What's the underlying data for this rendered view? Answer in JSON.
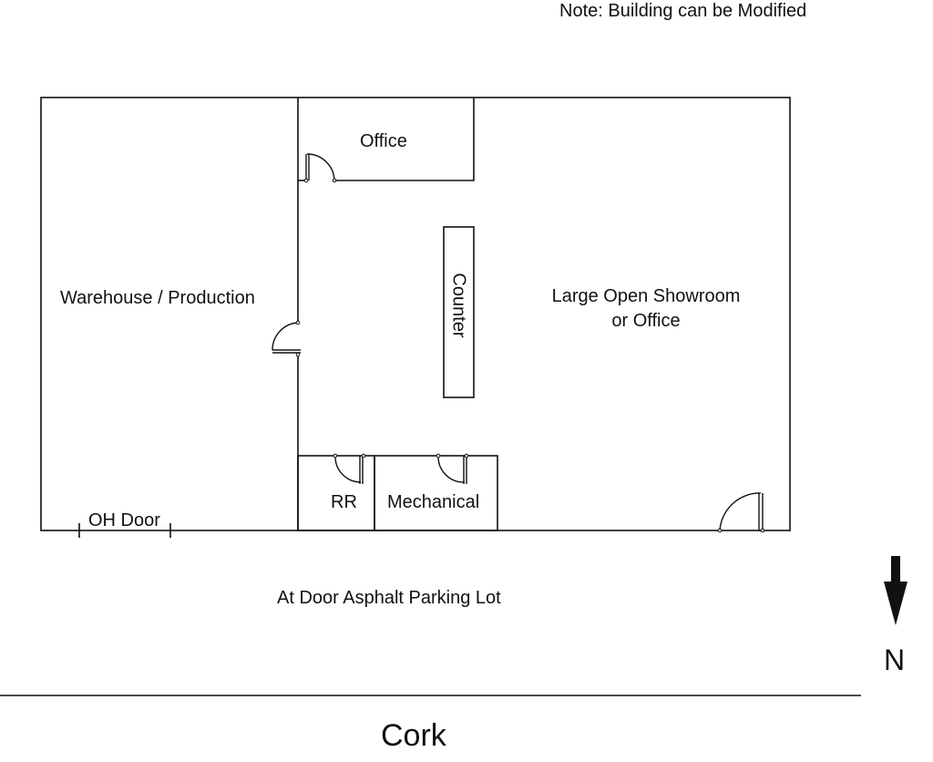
{
  "note": "Note: Building can be Modified",
  "rooms": {
    "office": "Office",
    "warehouse": "Warehouse / Production",
    "counter": "Counter",
    "showroom_line1": "Large Open Showroom",
    "showroom_line2": "or Office",
    "restroom": "RR",
    "mechanical": "Mechanical",
    "oh_door": "OH Door"
  },
  "parking": "At Door Asphalt Parking Lot",
  "compass": "N",
  "street": "Cork"
}
